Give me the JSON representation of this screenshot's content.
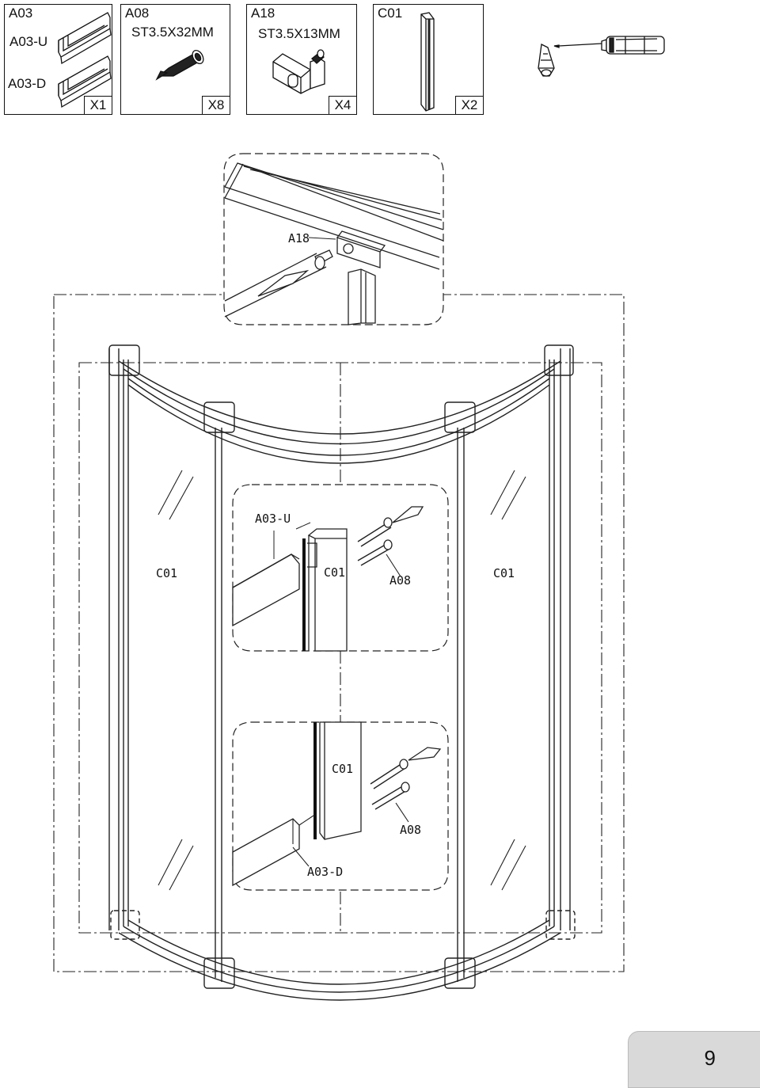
{
  "parts": [
    {
      "code": "A03",
      "sub_labels": [
        "A03-U",
        "A03-D"
      ],
      "qty": "X1"
    },
    {
      "code": "A08",
      "spec": "ST3.5X32MM",
      "qty": "X8"
    },
    {
      "code": "A18",
      "spec": "ST3.5X13MM",
      "qty": "X4"
    },
    {
      "code": "C01",
      "qty": "X2"
    }
  ],
  "diagram_labels": {
    "bracket_callout": "A18",
    "upper_profile": "A03-U",
    "upper_panel": "C01",
    "upper_screw": "A08",
    "lower_panel": "C01",
    "lower_screw": "A08",
    "lower_profile": "A03-D",
    "left_panel": "C01",
    "right_panel": "C01"
  },
  "tools": [
    "screwdriver-icon",
    "screw-bit-icon"
  ],
  "page_number": "9"
}
